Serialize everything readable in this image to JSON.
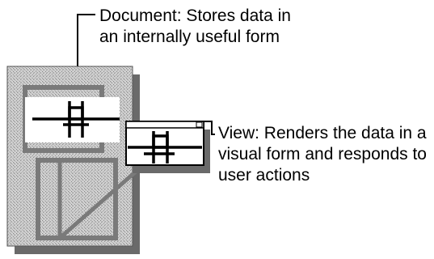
{
  "document_label": {
    "line1": "Document: Stores data in",
    "line2": "an internally useful form"
  },
  "view_label": {
    "line1": "View: Renders the data in a",
    "line2": "visual form and responds to",
    "line3": "user actions"
  },
  "colors": {
    "stipple_light": "#d6d6d6",
    "stipple_dark": "#8a8a8a",
    "shadow": "#6a6a6a",
    "ink": "#000000",
    "overlay_line": "#7a7a7a",
    "white": "#ffffff"
  }
}
